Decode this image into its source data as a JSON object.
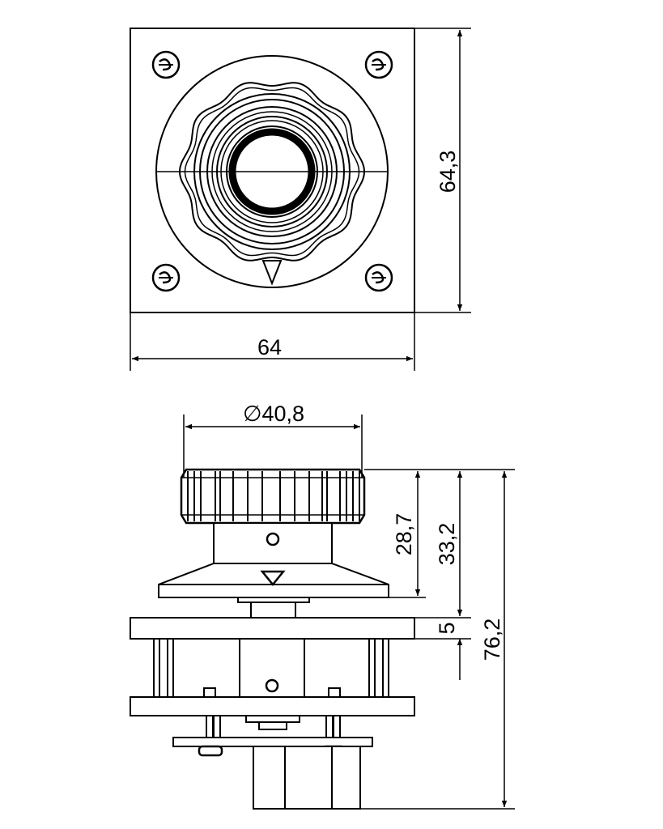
{
  "dimensions": {
    "top_width": "64",
    "top_height": "64,3",
    "knob_diameter": "∅40,8",
    "knob_height": "28,7",
    "body_height": "33,2",
    "plate_thickness": "5",
    "total_height": "76,2"
  },
  "colors": {
    "line": "#000000",
    "background": "#ffffff"
  }
}
